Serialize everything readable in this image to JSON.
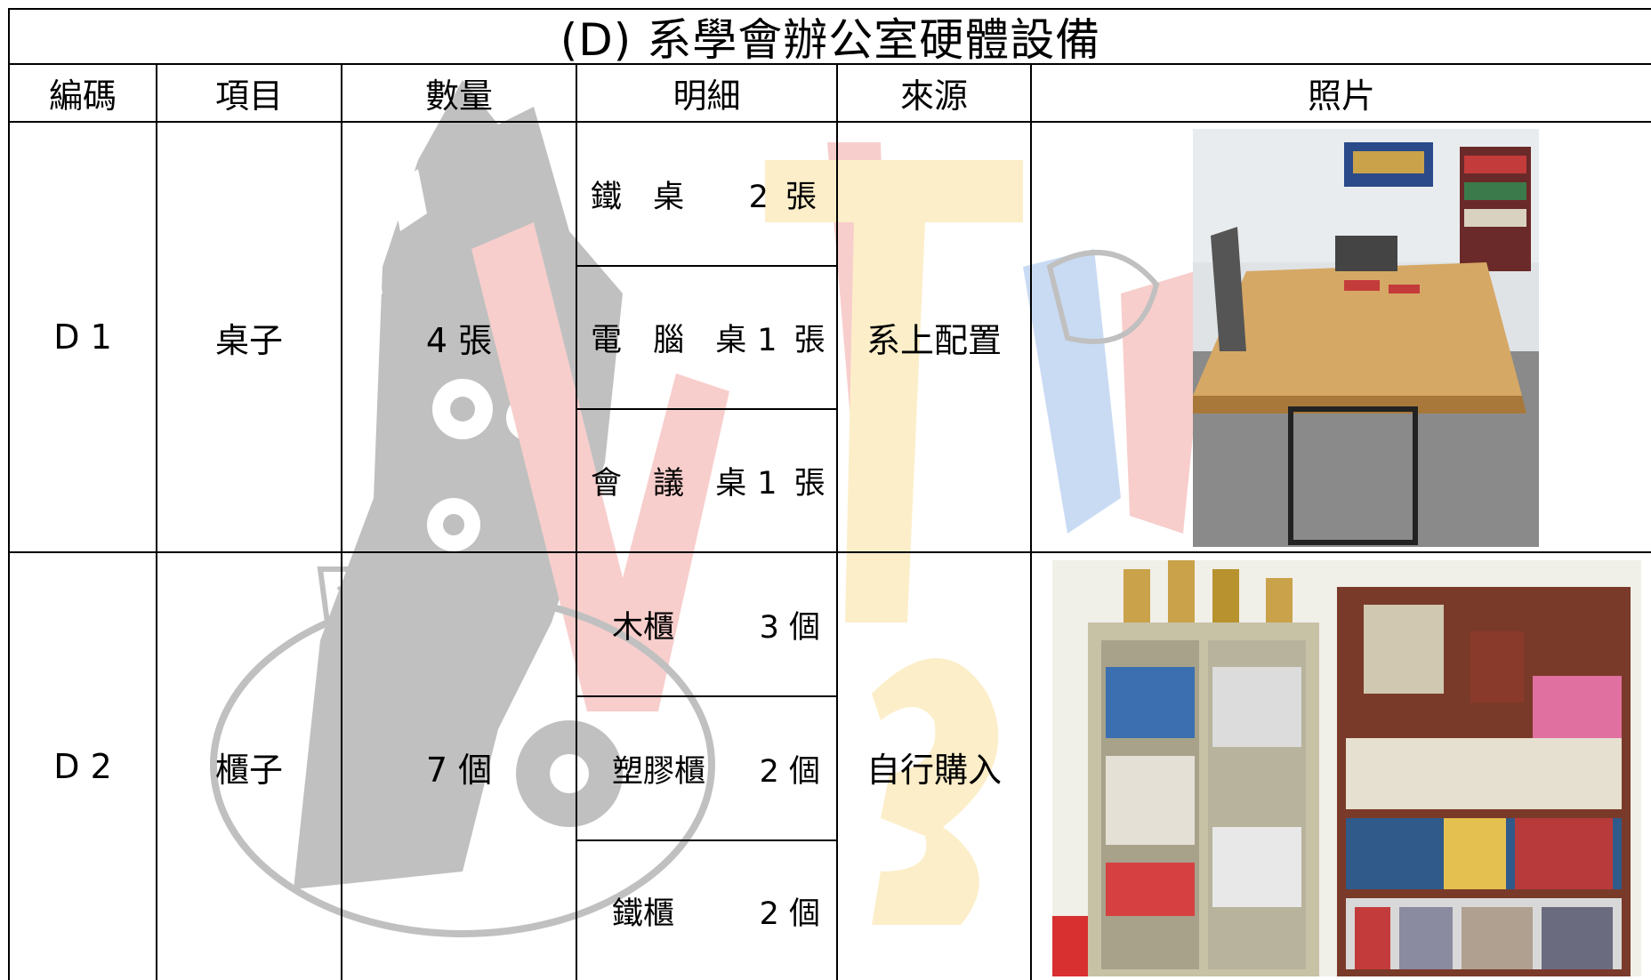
{
  "title": "(D)  系學會辦公室硬體設備",
  "headers": {
    "code": "編碼",
    "item": "項目",
    "quantity": "數量",
    "details": "明細",
    "source": "來源",
    "photo": "照片"
  },
  "rows": [
    {
      "code": "D 1",
      "item": "桌子",
      "quantity": "4 張",
      "details": [
        {
          "name": "鐵 桌",
          "qty": "2  張"
        },
        {
          "name": "電 腦 桌",
          "qty": "1  張"
        },
        {
          "name": "會 議 桌",
          "qty": "1  張"
        }
      ],
      "source": "系上配置"
    },
    {
      "code": "D 2",
      "item": "櫃子",
      "quantity": "7 個",
      "details": [
        {
          "name": "木櫃",
          "qty": "3 個"
        },
        {
          "name": "塑膠櫃",
          "qty": "2 個"
        },
        {
          "name": "鐵櫃",
          "qty": "2 個"
        }
      ],
      "source": "自行購入"
    }
  ],
  "colors": {
    "watermark_red": "#e4544a",
    "watermark_yellow": "#f5c542",
    "watermark_blue": "#3f7fd6",
    "watermark_dark": "#222222"
  }
}
